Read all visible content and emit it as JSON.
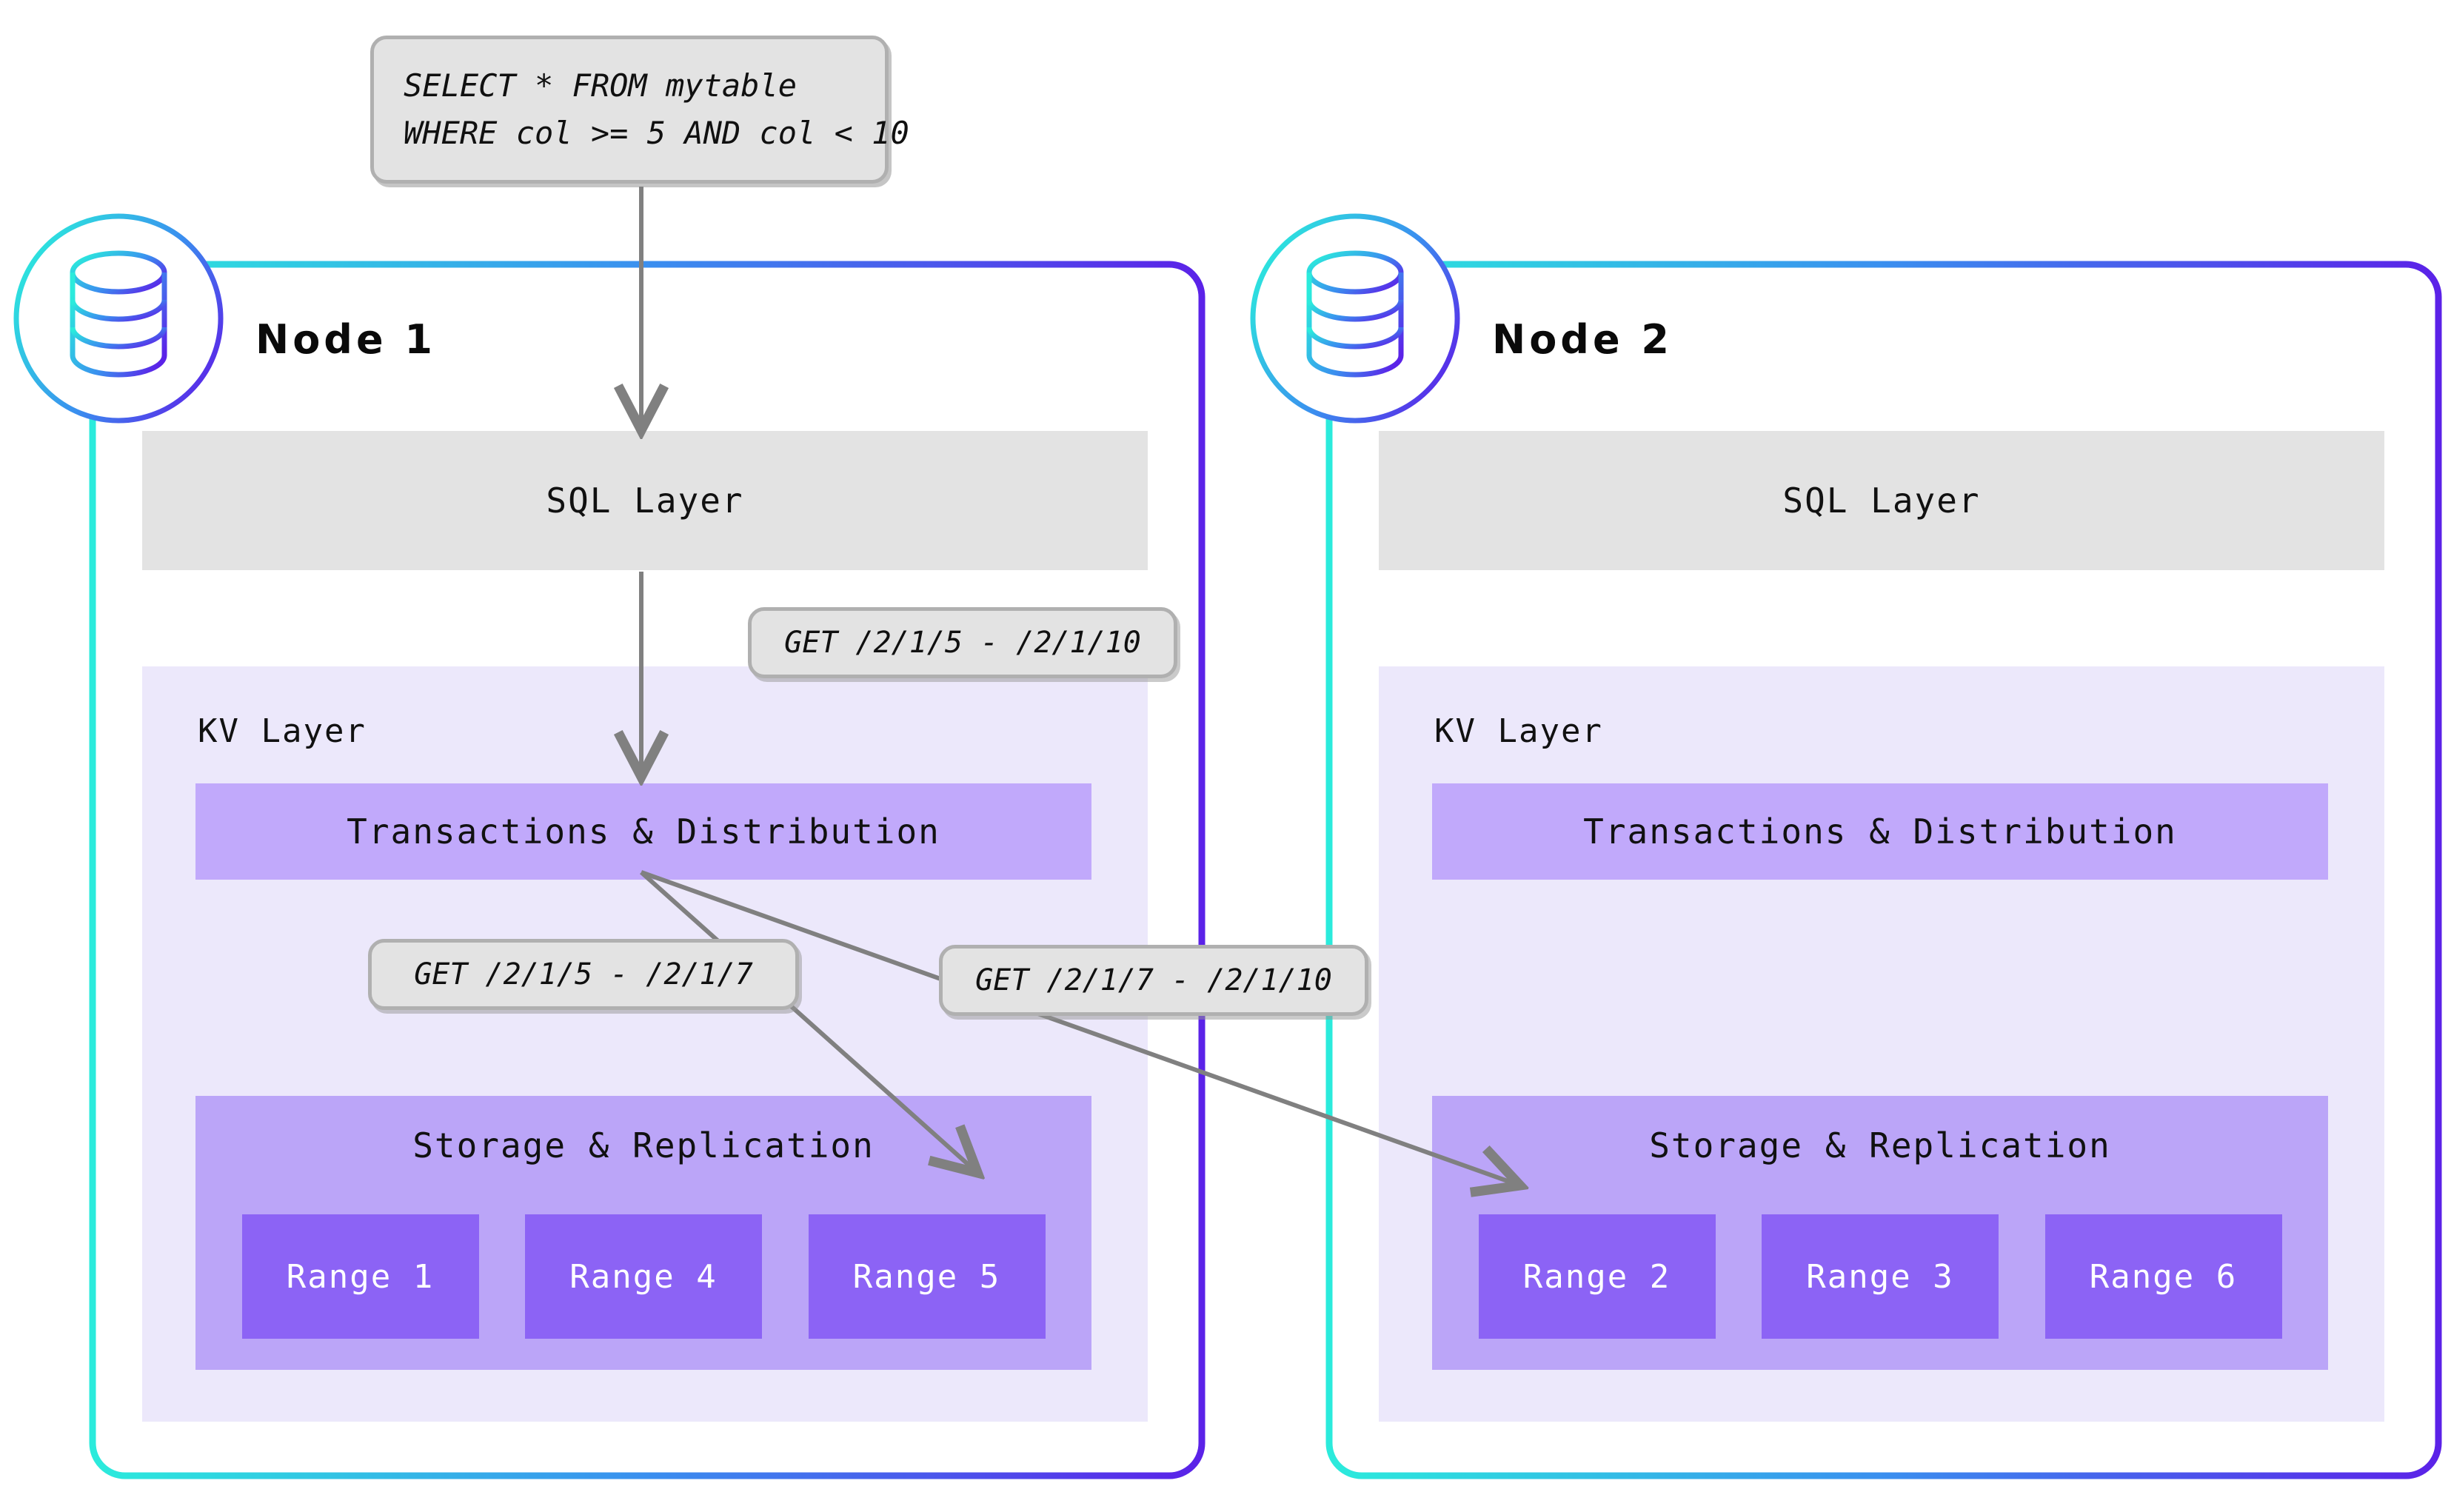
{
  "diagram": {
    "title": "CockroachDB distributed query layers across two nodes",
    "colors": {
      "gradient_start": "#2BEBDC",
      "gradient_end": "#5B22E8",
      "sql_layer_bg": "#e3e3e3",
      "kv_layer_bg": "#ece8fb",
      "txn_bar_bg": "#c1a9fb",
      "storage_bg": "#bba5f8",
      "range_bg": "#8c63f5",
      "range_text": "#ffffff",
      "callout_bg": "#e3e3e3",
      "callout_border": "#b0b0b0",
      "arrow": "#808080",
      "page_bg": "#ffffff"
    }
  },
  "query": {
    "icon": "sql-query-icon",
    "lines": [
      "SELECT * FROM mytable",
      "WHERE col >= 5 AND col < 10"
    ]
  },
  "callouts": [
    {
      "id": "get-main",
      "label": "GET /2/1/5 - /2/1/10"
    },
    {
      "id": "get-left",
      "label": "GET /2/1/5 - /2/1/7"
    },
    {
      "id": "get-right",
      "label": "GET /2/1/7 - /2/1/10"
    }
  ],
  "nodes": [
    {
      "id": "node-1",
      "title": "Node 1",
      "badge_icon": "database-cylinder-icon",
      "sql_layer": {
        "label": "SQL Layer"
      },
      "kv_layer": {
        "label": "KV Layer",
        "transactions": {
          "label": "Transactions & Distribution"
        },
        "storage": {
          "label": "Storage & Replication",
          "ranges": [
            {
              "label": "Range 1"
            },
            {
              "label": "Range 4"
            },
            {
              "label": "Range 5"
            }
          ]
        }
      }
    },
    {
      "id": "node-2",
      "title": "Node 2",
      "badge_icon": "database-cylinder-icon",
      "sql_layer": {
        "label": "SQL Layer"
      },
      "kv_layer": {
        "label": "KV Layer",
        "transactions": {
          "label": "Transactions & Distribution"
        },
        "storage": {
          "label": "Storage & Replication",
          "ranges": [
            {
              "label": "Range 2"
            },
            {
              "label": "Range 3"
            },
            {
              "label": "Range 6"
            }
          ]
        }
      }
    }
  ],
  "flows": [
    {
      "from": "sql-query-box",
      "to": "node-1-sql-layer"
    },
    {
      "from": "node-1-sql-layer",
      "to": "node-1-transactions"
    },
    {
      "from": "node-1-transactions",
      "to": "node-1-range-5"
    },
    {
      "from": "node-1-transactions",
      "to": "node-2-range-2"
    }
  ]
}
